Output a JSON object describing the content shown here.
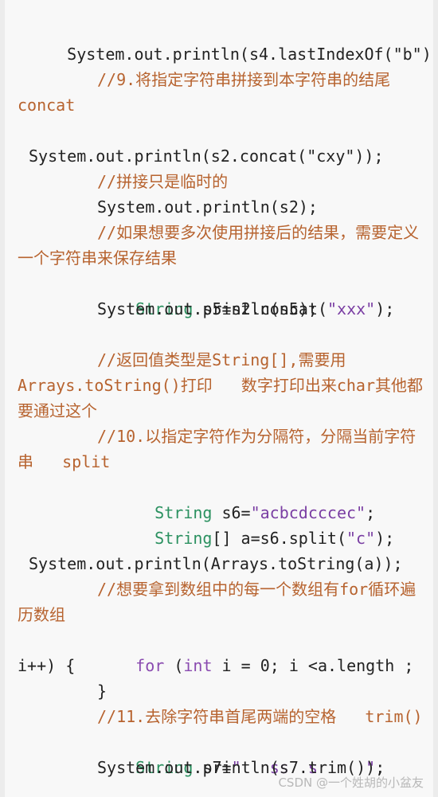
{
  "lines": {
    "l1": "System.out.println(s4.lastIndexOf(\"b\"));",
    "l2": "//9.将指定字符串拼接到本字符串的结尾",
    "l3": "concat",
    "l4": "System.out.println(s2.concat(\"cxy\"));",
    "l5": "//拼接只是临时的",
    "l6": "System.out.println(s2);",
    "l7": "//如果想要多次使用拼接后的结果，需要定义",
    "l8": "一个字符串来保存结果",
    "l9a": "String",
    "l9b": " s5=s2.concat(",
    "l9c": "\"xxx\"",
    "l9d": ");",
    "l10": "System.out.println(s5);",
    "l11": "//返回值类型是String[],需要用",
    "l12": "Arrays.toString()打印   数字打印出来char其他都",
    "l13": "要通过这个",
    "l14": "//10.以指定字符作为分隔符，分隔当前字符",
    "l15": "串   split",
    "l16a": "String",
    "l16b": " s6=",
    "l16c": "\"acbcdcccec\"",
    "l16d": ";",
    "l17a": "String",
    "l17b": "[] a=s6.split(",
    "l17c": "\"c\"",
    "l17d": ");",
    "l18": "System.out.println(Arrays.toString(a));",
    "l19": "//想要拿到数组中的每一个数组有for循环遍",
    "l20": "历数组",
    "l21a": "for",
    "l21b": " (",
    "l21c": "int",
    "l21d": " i = 0; i <a.length ;",
    "l22": "i++) {",
    "l23": "}",
    "l24": "//11.去除字符串首尾两端的空格   trim()",
    "l25a": "String",
    "l25b": " s7=",
    "l25c": "\"   ss  s     \"",
    "l25d": ";",
    "l26": "System.out.println(s7.trim());"
  },
  "watermark": "CSDN @一个姓胡的小盆友"
}
